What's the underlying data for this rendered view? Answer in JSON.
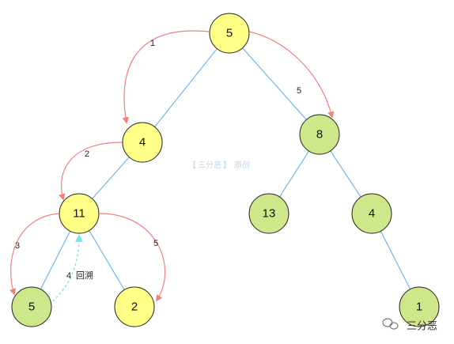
{
  "colors": {
    "yellow_node": "#ffff88",
    "green_node": "#cde78a",
    "node_stroke": "#222222",
    "edge": "#6fb7e8",
    "arrow": "#f08080",
    "backtrack": "#6fe8e8"
  },
  "nodes": [
    {
      "id": "n5top",
      "label": "5",
      "color": "yellow"
    },
    {
      "id": "n4",
      "label": "4",
      "color": "yellow"
    },
    {
      "id": "n8",
      "label": "8",
      "color": "green"
    },
    {
      "id": "n11",
      "label": "11",
      "color": "yellow"
    },
    {
      "id": "n13",
      "label": "13",
      "color": "green"
    },
    {
      "id": "n4r",
      "label": "4",
      "color": "green"
    },
    {
      "id": "n5leaf",
      "label": "5",
      "color": "green"
    },
    {
      "id": "n2",
      "label": "2",
      "color": "yellow"
    },
    {
      "id": "n1",
      "label": "1",
      "color": "green"
    }
  ],
  "edges": [
    [
      "n5top",
      "n4"
    ],
    [
      "n5top",
      "n8"
    ],
    [
      "n4",
      "n11"
    ],
    [
      "n8",
      "n13"
    ],
    [
      "n8",
      "n4r"
    ],
    [
      "n11",
      "n5leaf"
    ],
    [
      "n11",
      "n2"
    ],
    [
      "n4r",
      "n1"
    ]
  ],
  "traversal_labels": {
    "step1": "1",
    "step2": "2",
    "step3": "3",
    "step4": "4",
    "step4_text": "回溯",
    "step5a": "5",
    "step5b": "5"
  },
  "watermark": {
    "open": "【",
    "name": "三分恶",
    "close": "】",
    "suffix": "原创"
  },
  "brand": {
    "icon": "wechat-icon",
    "name": "三分恶"
  }
}
